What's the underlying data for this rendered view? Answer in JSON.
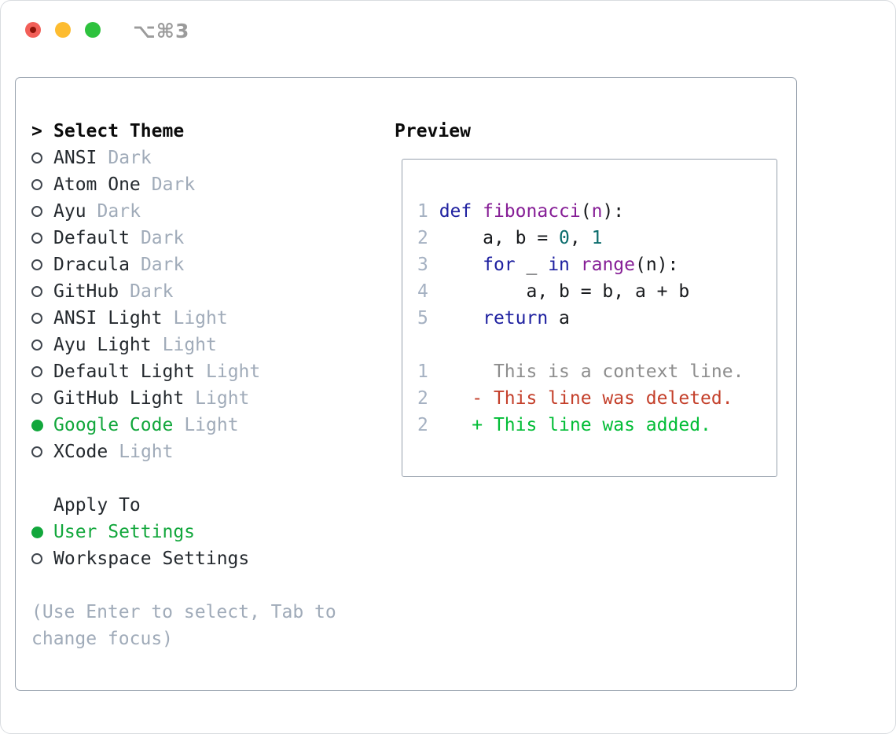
{
  "window": {
    "shortcut": "⌥⌘3"
  },
  "theme_menu": {
    "header": {
      "prefix": ">",
      "label": "Select Theme"
    },
    "items": [
      {
        "name": "ANSI",
        "variant": "Dark",
        "selected": false
      },
      {
        "name": "Atom One",
        "variant": "Dark",
        "selected": false
      },
      {
        "name": "Ayu",
        "variant": "Dark",
        "selected": false
      },
      {
        "name": "Default",
        "variant": "Dark",
        "selected": false
      },
      {
        "name": "Dracula",
        "variant": "Dark",
        "selected": false
      },
      {
        "name": "GitHub",
        "variant": "Dark",
        "selected": false
      },
      {
        "name": "ANSI Light",
        "variant": "Light",
        "selected": false
      },
      {
        "name": "Ayu Light",
        "variant": "Light",
        "selected": false
      },
      {
        "name": "Default Light",
        "variant": "Light",
        "selected": false
      },
      {
        "name": "GitHub Light",
        "variant": "Light",
        "selected": false
      },
      {
        "name": "Google Code",
        "variant": "Light",
        "selected": true
      },
      {
        "name": "XCode",
        "variant": "Light",
        "selected": false
      }
    ]
  },
  "apply_to": {
    "header": "Apply To",
    "options": [
      {
        "name": "User Settings",
        "selected": true
      },
      {
        "name": "Workspace Settings",
        "selected": false
      }
    ]
  },
  "hint": {
    "line1": "(Use Enter to select, Tab to",
    "line2": "change focus)"
  },
  "preview": {
    "header": "Preview",
    "lines": [
      {
        "num": "1",
        "tokens": [
          {
            "t": "def",
            "c": "kw"
          },
          {
            "t": " ",
            "c": "pl"
          },
          {
            "t": "fibonacci",
            "c": "fn"
          },
          {
            "t": "(",
            "c": "pl"
          },
          {
            "t": "n",
            "c": "fn"
          },
          {
            "t": "):",
            "c": "pl"
          }
        ]
      },
      {
        "num": "2",
        "tokens": [
          {
            "t": "    a, b = ",
            "c": "pl"
          },
          {
            "t": "0",
            "c": "nm"
          },
          {
            "t": ", ",
            "c": "pl"
          },
          {
            "t": "1",
            "c": "nm"
          }
        ]
      },
      {
        "num": "3",
        "tokens": [
          {
            "t": "    ",
            "c": "pl"
          },
          {
            "t": "for",
            "c": "kw"
          },
          {
            "t": " _ ",
            "c": "pl"
          },
          {
            "t": "in",
            "c": "kw"
          },
          {
            "t": " ",
            "c": "pl"
          },
          {
            "t": "range",
            "c": "fn"
          },
          {
            "t": "(n):",
            "c": "pl"
          }
        ]
      },
      {
        "num": "4",
        "tokens": [
          {
            "t": "        a, b = b, a + b",
            "c": "pl"
          }
        ]
      },
      {
        "num": "5",
        "tokens": [
          {
            "t": "    ",
            "c": "pl"
          },
          {
            "t": "return",
            "c": "kw"
          },
          {
            "t": " a",
            "c": "pl"
          }
        ]
      },
      {
        "num": "",
        "tokens": []
      },
      {
        "num": "1",
        "tokens": [
          {
            "t": "     This is a context line.",
            "c": "ctx"
          }
        ]
      },
      {
        "num": "2",
        "tokens": [
          {
            "t": "   - This line was deleted.",
            "c": "del"
          }
        ]
      },
      {
        "num": "2",
        "tokens": [
          {
            "t": "   + This line was added.",
            "c": "add"
          }
        ]
      }
    ]
  },
  "colors": {
    "accent_green": "#12a73c",
    "text_dark": "#24292e",
    "header": "#0b0b0b",
    "muted": "#a0abb9",
    "line_number": "#a5b1c2",
    "radio_ring": "#40464e",
    "border": "#97a1ad",
    "kw": "#1f21a0",
    "fn": "#861e96",
    "num": "#0b6c6c",
    "code": "#17191c",
    "ctx": "#8d8d8d",
    "del": "#c4402b",
    "add": "#02bd36",
    "shortcut": "#9b9b9b",
    "light_red": "#f25f58",
    "light_yellow": "#fdbc30",
    "light_green": "#2ec23e",
    "red_dot": "#8d1309"
  }
}
